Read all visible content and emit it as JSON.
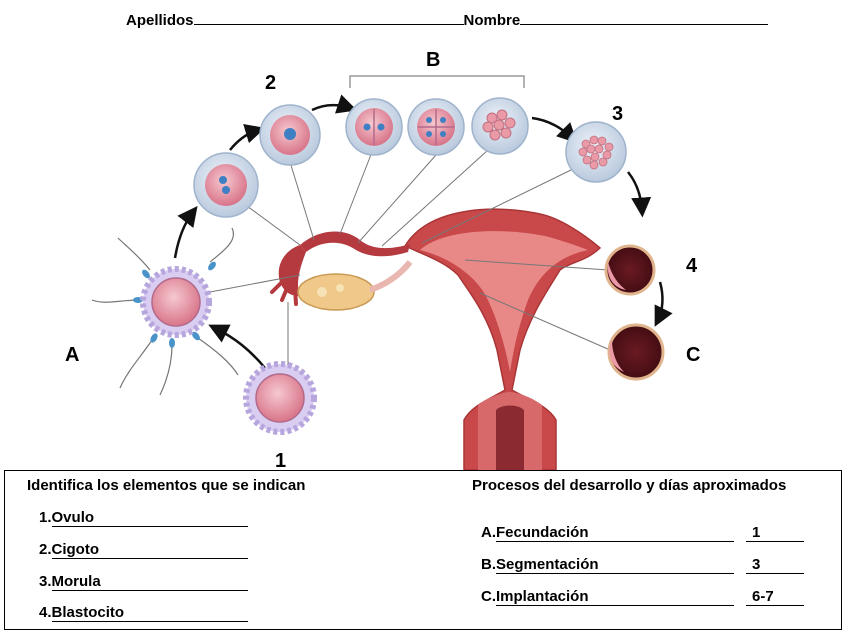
{
  "header": {
    "apellidos_label": "Apellidos",
    "nombre_label": "Nombre"
  },
  "diagram": {
    "labels": {
      "A": "A",
      "B": "B",
      "C": "C",
      "n1": "1",
      "n2": "2",
      "n3": "3",
      "n4": "4"
    },
    "colors": {
      "uterus": "#c9494b",
      "uterus_light": "#e98987",
      "cell_pink": "#e99aa6",
      "halo": "#cfdcec",
      "nucleus": "#3f7fc4",
      "corona": "#b7a6dd"
    }
  },
  "panel": {
    "left_title": "Identifica los elementos que se indican",
    "right_title": "Procesos del desarrollo y días aproximados",
    "elements": [
      {
        "num": "1.",
        "answer": "Ovulo"
      },
      {
        "num": "2.",
        "answer": "Cigoto"
      },
      {
        "num": "3.",
        "answer": "Morula"
      },
      {
        "num": "4.",
        "answer": "Blastocito"
      }
    ],
    "processes": [
      {
        "letter": "A.",
        "answer": "Fecundación",
        "days": "1"
      },
      {
        "letter": "B.",
        "answer": "Segmentación",
        "days": "3"
      },
      {
        "letter": "C.",
        "answer": "Implantación",
        "days": "6-7"
      }
    ]
  }
}
